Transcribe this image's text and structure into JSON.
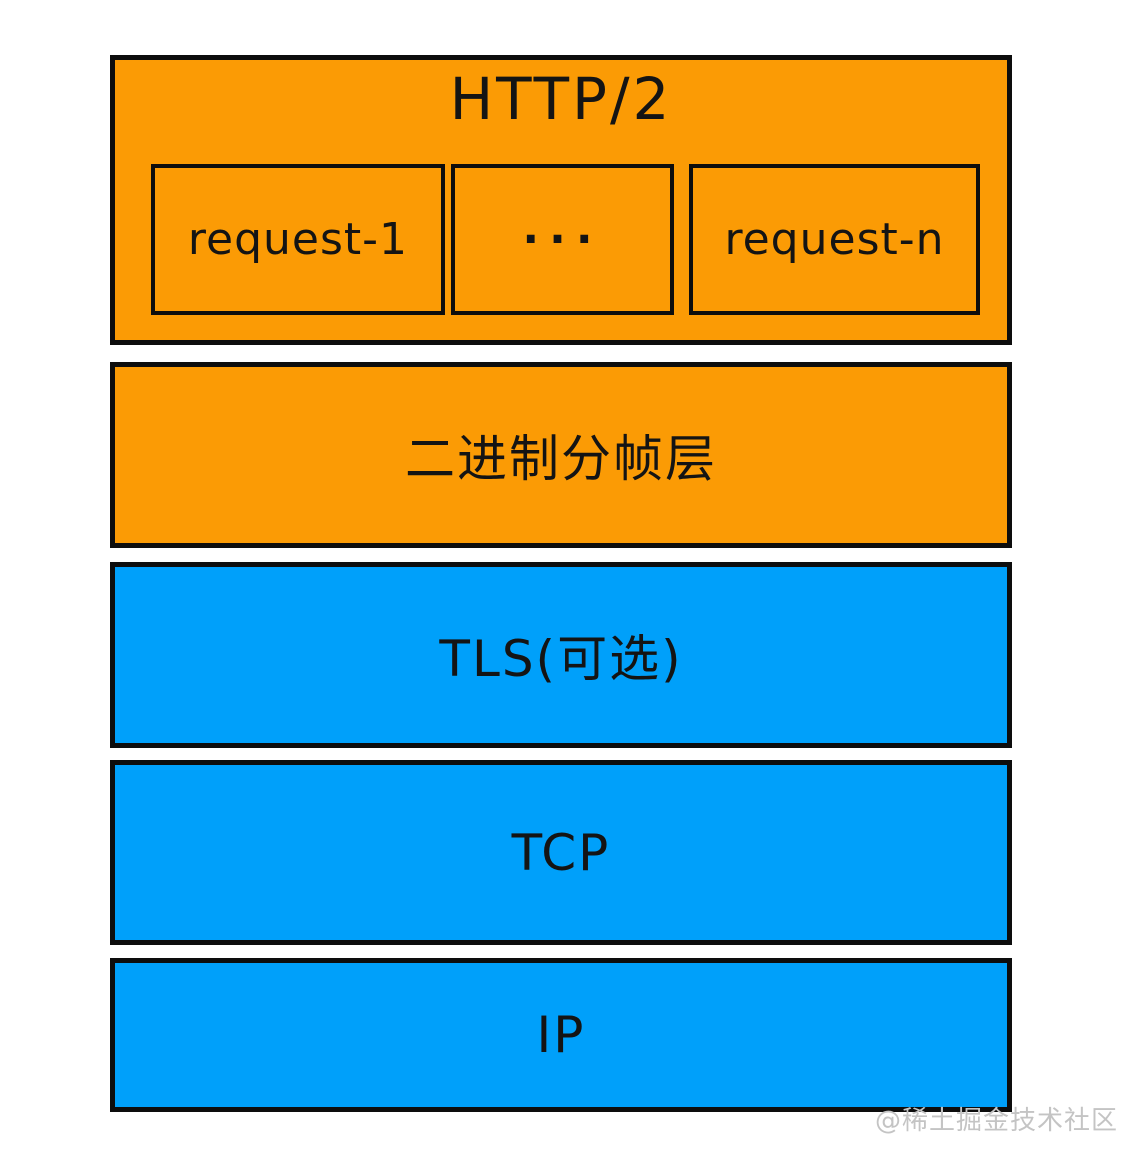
{
  "diagram": {
    "description": "HTTP/2 protocol layer stack",
    "layers": [
      {
        "label": "HTTP/2",
        "color": "#FB9B05",
        "children": [
          {
            "label": "request-1"
          },
          {
            "label": "···"
          },
          {
            "label": "request-n"
          }
        ]
      },
      {
        "label": "二进制分帧层",
        "color": "#FB9B05"
      },
      {
        "label": "TLS(可选)",
        "color": "#00A0FA"
      },
      {
        "label": "TCP",
        "color": "#00A0FA"
      },
      {
        "label": "IP",
        "color": "#00A0FA"
      }
    ],
    "colors": {
      "orange": "#FB9B05",
      "blue": "#00A0FA",
      "border": "#0D0D0D",
      "text": "#141414",
      "watermark": "#C4C4C4"
    },
    "watermark": "@稀土掘金技术社区"
  }
}
